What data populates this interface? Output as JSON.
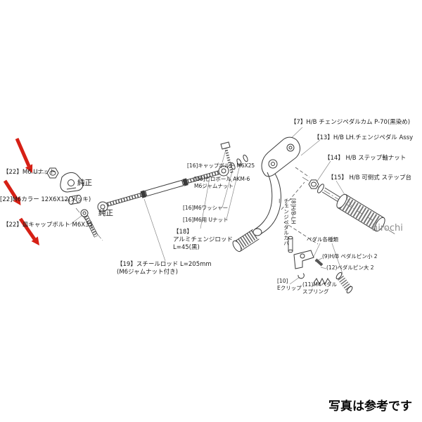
{
  "page": {
    "background": "#ffffff"
  },
  "colors": {
    "arrow_red": "#d62015",
    "line": "#3a3a3a",
    "leader": "#888888",
    "watermark": "#8c8c8c"
  },
  "caption": "写真は参考です",
  "watermark": "hirochi",
  "labels": {
    "nut22": "【22】M6 Uナット",
    "genuine1": "純正",
    "collar22": "[22]M6カラー 12X6X12(メッキ)",
    "genuine2": "純正",
    "bolt22": "【22】皿キャップボルト M6X35",
    "capbolt16": "[16]キャップボルト M6X25",
    "pillowball16": "[16]ピロボール AKM-6\nM6ジャムナット",
    "washer16": "[16]M6ワッシャー",
    "unut16": "[16]M6用 Uナット",
    "rod18": "【18】\nアルミチェンジロッド\nL=45(黒)",
    "rod19": "【19】スチールロッド L=205mm\n(M6ジャムナット付き)",
    "cam7": "【7】H/B チェンジペダルカム P-70(黒染め)",
    "assy13": "【13】H/B LH.チェンジペダル Assy",
    "stepnut14": "【14】 H/B ステップ軸ナット",
    "step15": "【15】 H/B 可倒式 ステップ台",
    "cover8": "[8]H/B-LH\nチェンジペダルカバー",
    "pedalnote": "ペダル各種類",
    "pin9": "(9)H/B ペダルピン小 2",
    "pin12": "(12)ペダルピン大 2",
    "eclip10": "[10]\nEクリップ",
    "spring11": "(11)M4ペダル\nスプリング"
  }
}
